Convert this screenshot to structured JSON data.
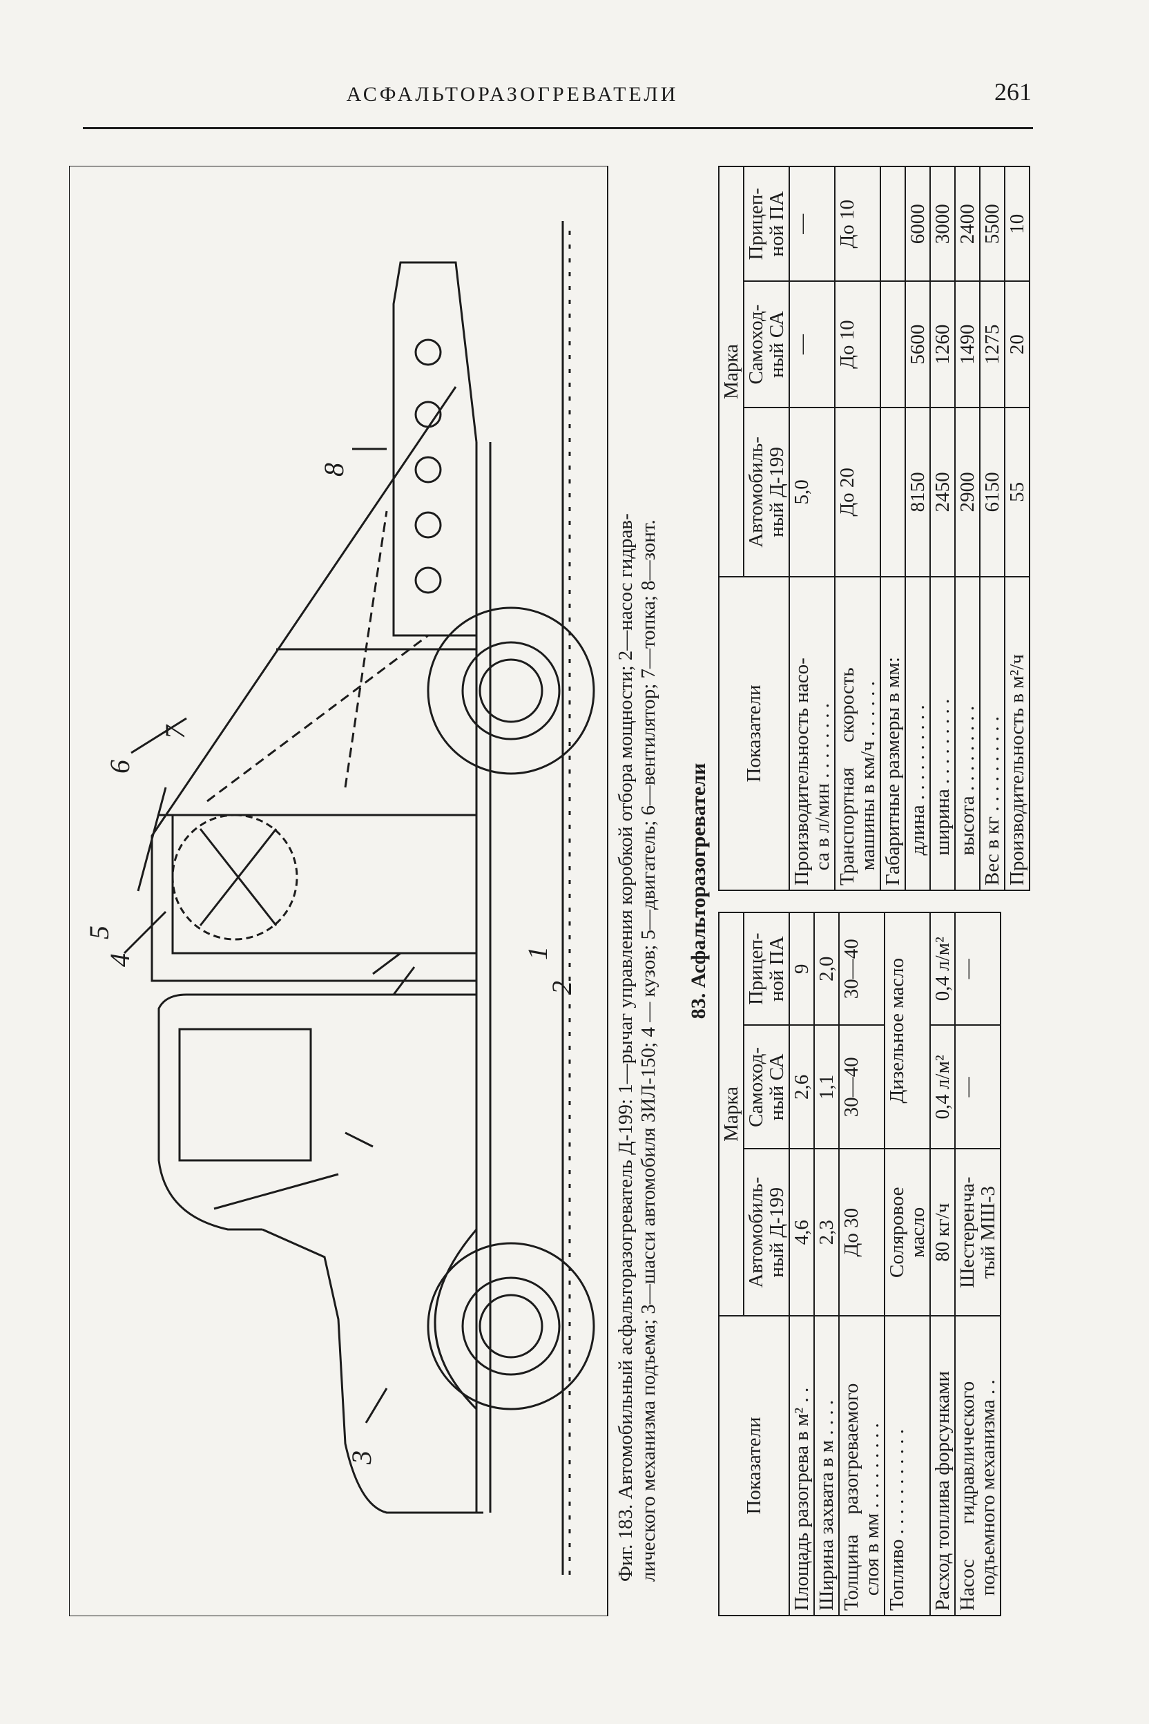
{
  "header": {
    "section_title": "АСФАЛЬТОРАЗОГРЕВАТЕЛИ",
    "page_number": "261"
  },
  "figure": {
    "callouts": [
      "1",
      "2",
      "3",
      "4",
      "5",
      "6",
      "7",
      "8"
    ],
    "caption_lines": [
      "Фиг. 183. Автомобильный асфальторазогреватель Д-199: 1—рычаг управления коробкой отбора мощности; 2—насос гидрав-",
      "лического механизма подъема; 3—шасси автомобиля ЗИЛ-150; 4 — кузов; 5—двигатель; 6—вентилятор; 7—топка; 8—зонт."
    ]
  },
  "table": {
    "title": "83. Асфальторазогреватели",
    "left": {
      "header_indicator": "Показатели",
      "header_brand": "Марка",
      "brands": [
        "Автомобиль-\nный Д-199",
        "Самоход-\nный СА",
        "Прицеп-\nной ПА"
      ],
      "rows": [
        {
          "label": "Площадь разогрева в м² . .",
          "values": [
            "4,6",
            "2,6",
            "9"
          ]
        },
        {
          "label": "Ширина захвата в м . . . .",
          "values": [
            "2,3",
            "1,1",
            "2,0"
          ]
        },
        {
          "label": "Толщина    разогреваемого\n   слоя в мм . . . . . . . . .",
          "values": [
            "До 30",
            "30—40",
            "30—40"
          ]
        },
        {
          "label": "Топливо . . . . . . . . . . .",
          "values": [
            "Соляровое\nмасло",
            "Дизельное масло",
            ""
          ]
        },
        {
          "label": "Расход топлива форсунками",
          "values": [
            "80 кг/ч",
            "0,4 л/м²",
            "0,4 л/м²"
          ]
        },
        {
          "label": "Насос       гидравлического\n   подъемного механизма . .",
          "values": [
            "Шестеренча-\nтый МШ-3",
            "—",
            "—"
          ]
        }
      ]
    },
    "right": {
      "header_indicator": "Показатели",
      "header_brand": "Марка",
      "brands": [
        "Автомобиль-\nный Д-199",
        "Самоход-\nный СА",
        "Прицеп-\nной ПА"
      ],
      "rows": [
        {
          "label": "Производительность насо-\n   са в л/мин . . . . . . . .",
          "values": [
            "5,0",
            "—",
            "—"
          ]
        },
        {
          "label": "Транспортная     скорость\n   машины в км/ч . . . . . .",
          "values": [
            "До 20",
            "До 10",
            "До 10"
          ]
        },
        {
          "label": "Габаритные размеры в мм:",
          "values": [
            "",
            "",
            ""
          ]
        },
        {
          "label": "      длина . . . . . . . . . .",
          "values": [
            "8150",
            "5600",
            "6000"
          ]
        },
        {
          "label": "      ширина . . . . . . . . .",
          "values": [
            "2450",
            "1260",
            "3000"
          ]
        },
        {
          "label": "      высота . . . . . . . . .",
          "values": [
            "2900",
            "1490",
            "2400"
          ]
        },
        {
          "label": "Вес в кг . . . . . . . . . .",
          "values": [
            "6150",
            "1275",
            "5500"
          ]
        },
        {
          "label": "Производительность в м²/ч",
          "values": [
            "55",
            "20",
            "10"
          ]
        }
      ]
    }
  }
}
